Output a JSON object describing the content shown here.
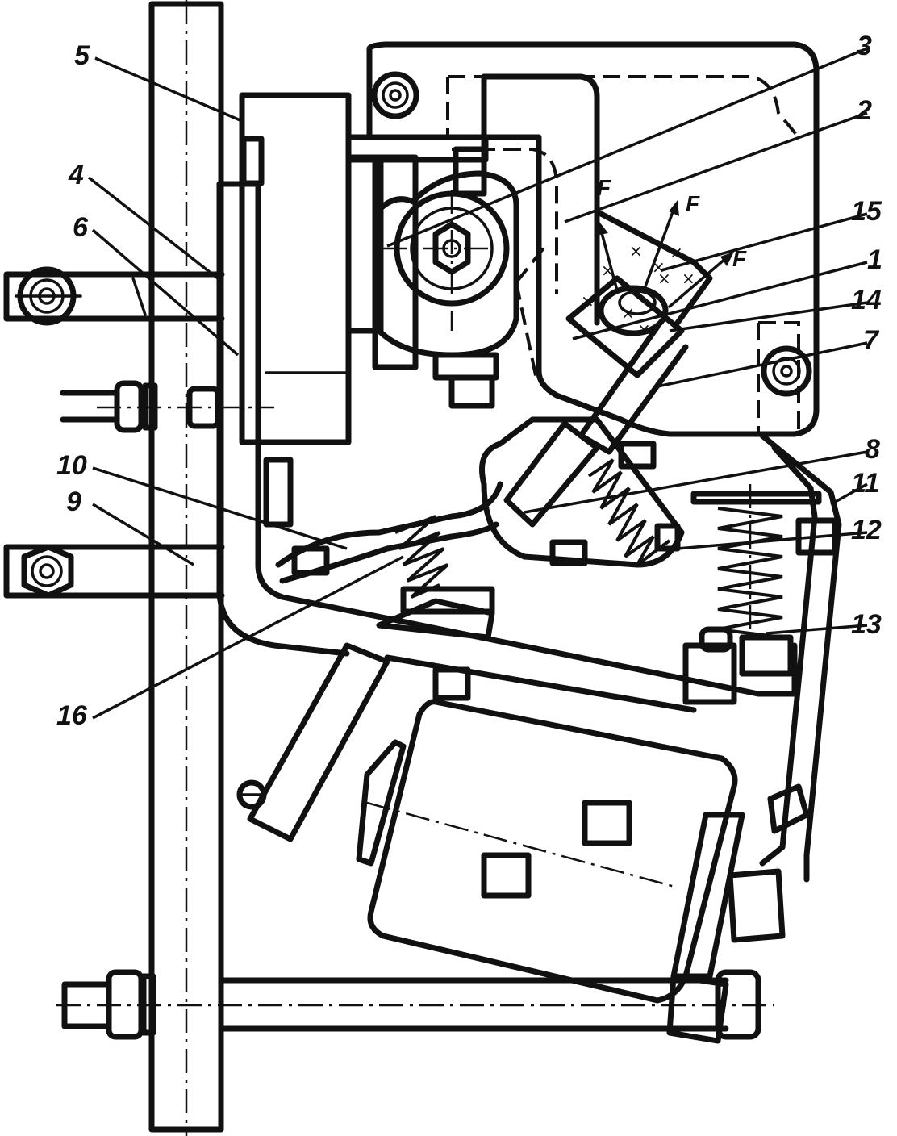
{
  "labels": {
    "l1": "1",
    "l2": "2",
    "l3": "3",
    "l4": "4",
    "l5": "5",
    "l6": "6",
    "l7": "7",
    "l8": "8",
    "l9": "9",
    "l10": "10",
    "l11": "11",
    "l12": "12",
    "l13": "13",
    "l14": "14",
    "l15": "15",
    "l16": "16"
  },
  "forces": [
    "F",
    "F",
    "F"
  ]
}
